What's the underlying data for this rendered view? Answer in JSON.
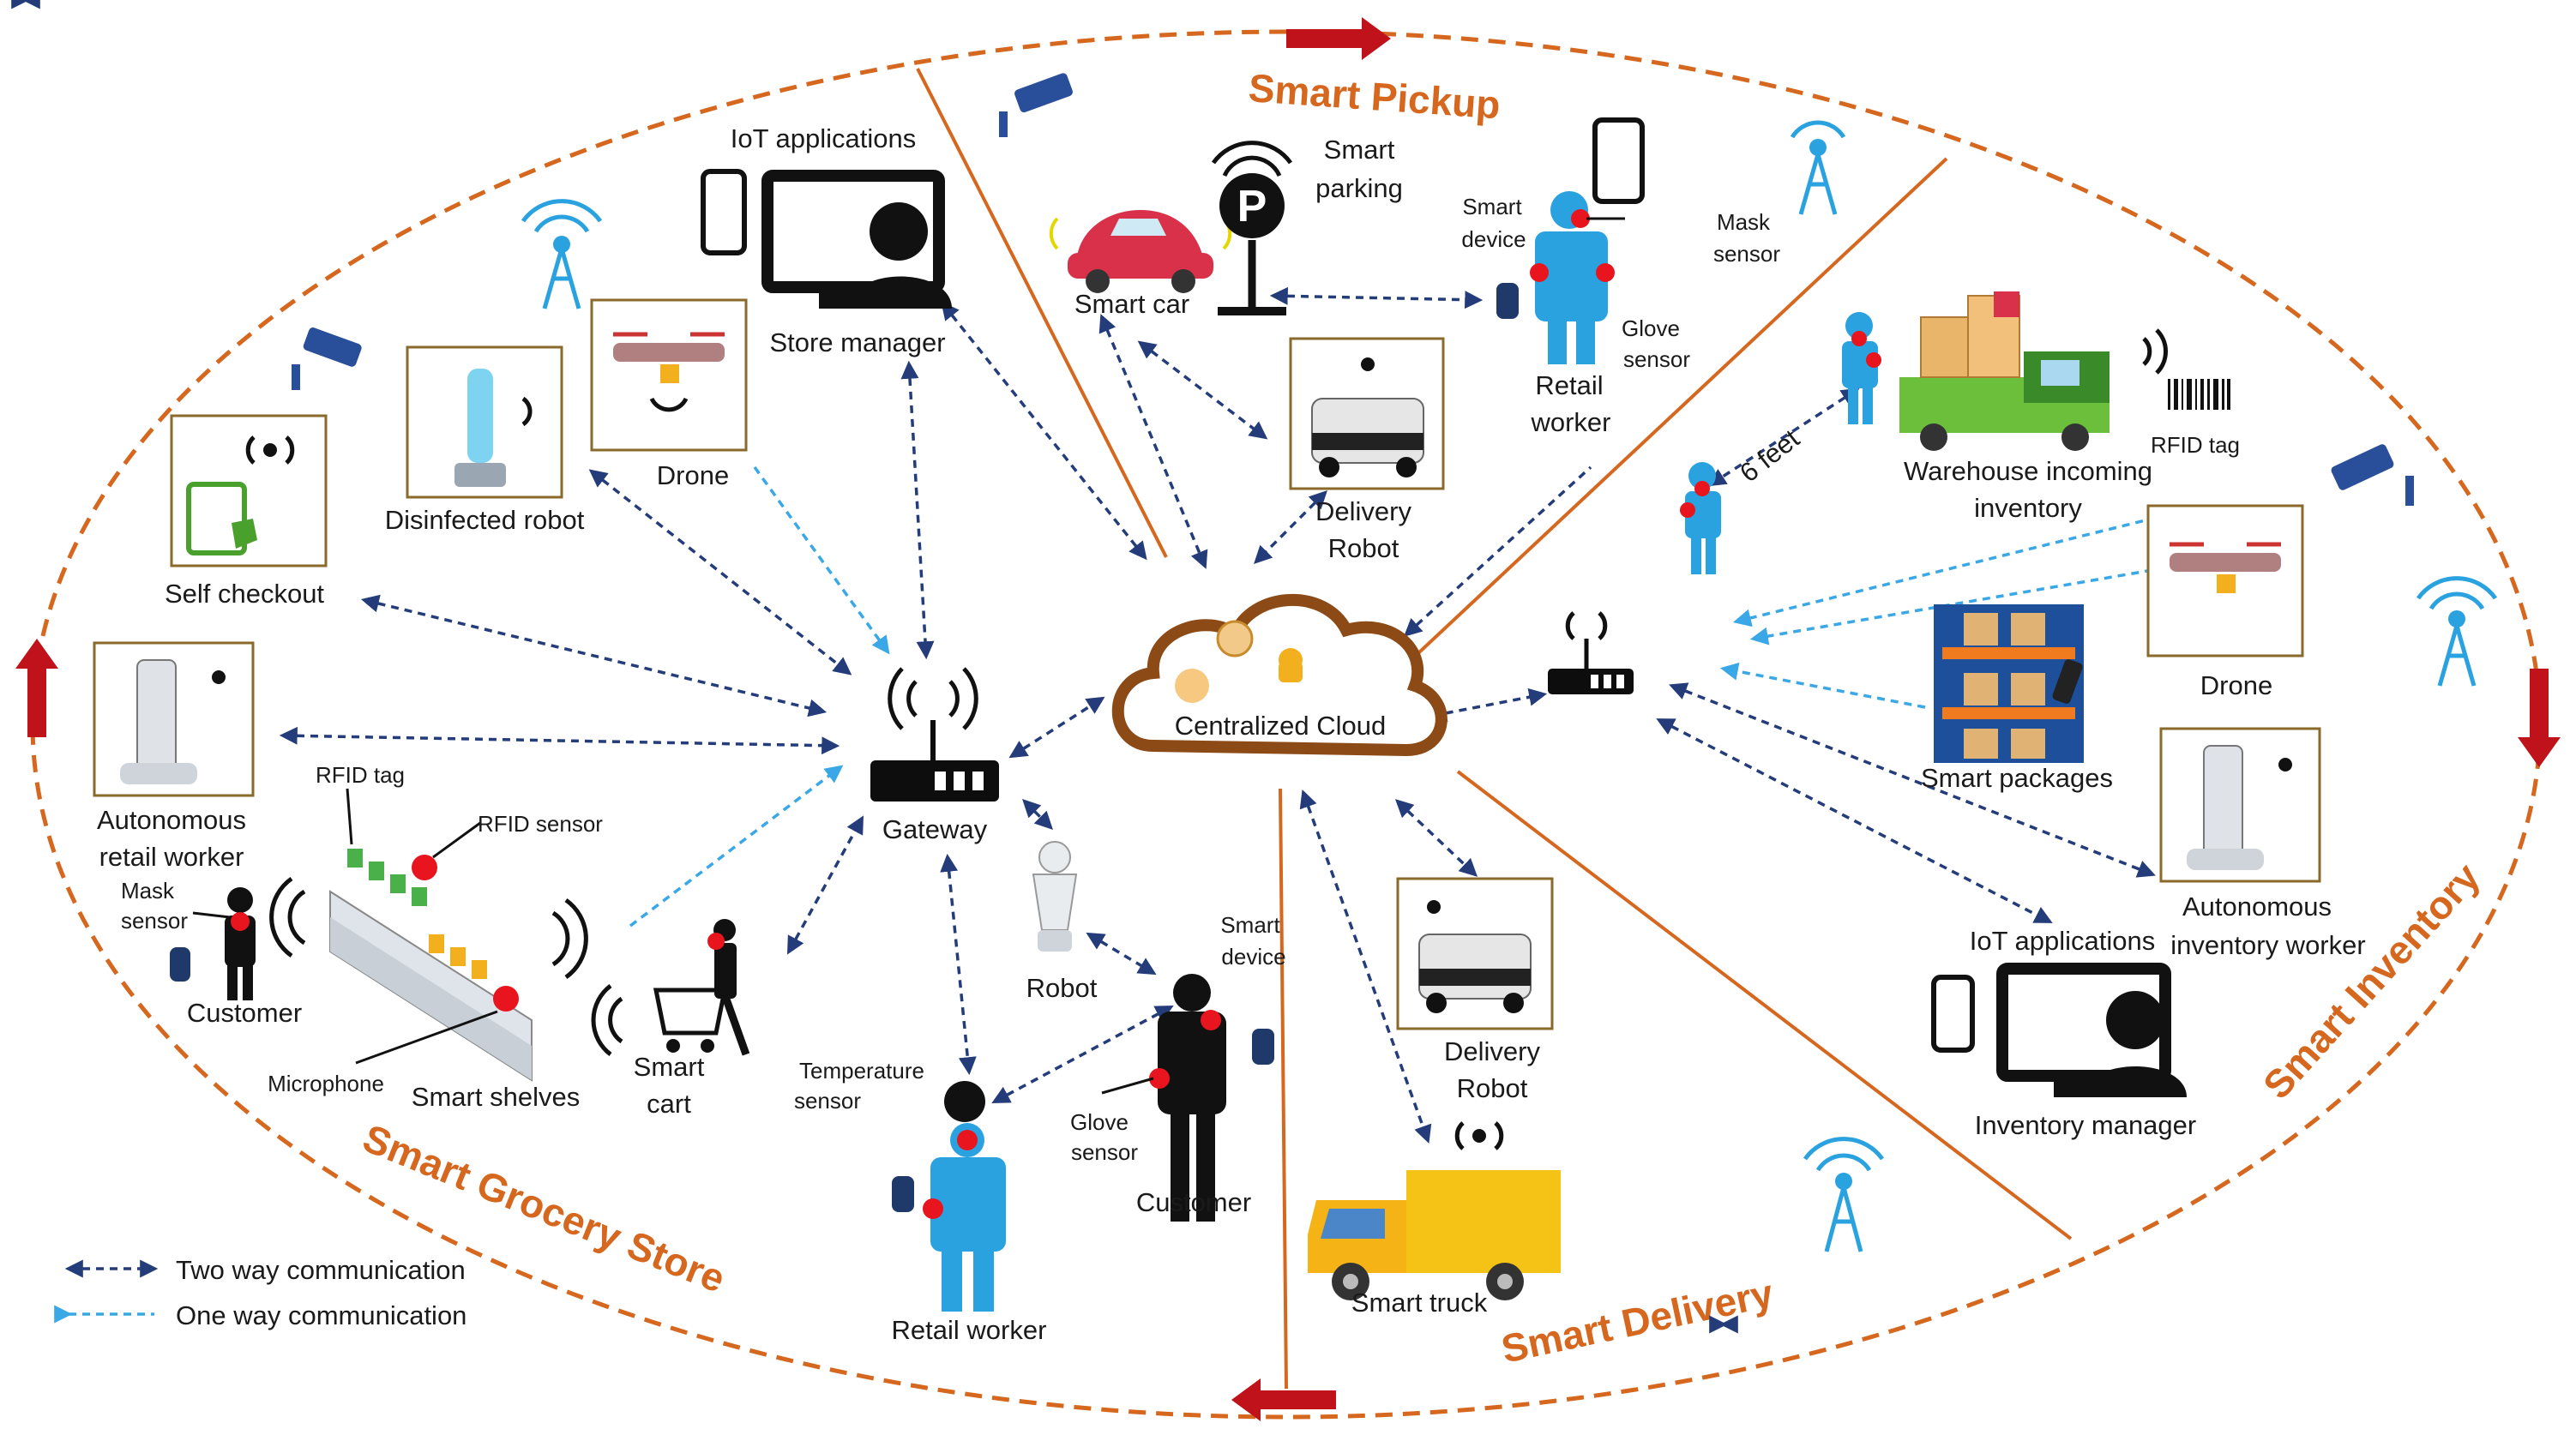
{
  "regions": {
    "pickup": "Smart Pickup",
    "grocery": "Smart Grocery Store",
    "delivery": "Smart Delivery",
    "inventory": "Smart Inventory"
  },
  "center": {
    "cloud": "Centralized Cloud",
    "gateway": "Gateway"
  },
  "grocery": {
    "iot_apps": "IoT applications",
    "store_manager": "Store manager",
    "drone": "Drone",
    "disinfected_robot": "Disinfected robot",
    "self_checkout": "Self checkout",
    "autonomous_worker_1": "Autonomous",
    "autonomous_worker_2": "retail worker",
    "rfid_tag": "RFID tag",
    "rfid_sensor": "RFID sensor",
    "mask_sensor_1": "Mask",
    "mask_sensor_2": "sensor",
    "customer": "Customer",
    "microphone": "Microphone",
    "smart_shelves": "Smart shelves",
    "smart_cart_1": "Smart",
    "smart_cart_2": "cart",
    "robot": "Robot",
    "temperature_sensor_1": "Temperature",
    "temperature_sensor_2": "sensor",
    "retail_worker": "Retail worker",
    "smart_device_1": "Smart",
    "smart_device_2": "device",
    "glove_sensor_1": "Glove",
    "glove_sensor_2": "sensor",
    "customer2": "Customer"
  },
  "pickup": {
    "smart_car": "Smart  car",
    "smart_parking_1": "Smart",
    "smart_parking_2": "parking",
    "delivery_robot_1": "Delivery",
    "delivery_robot_2": "Robot",
    "smart_device_1": "Smart",
    "smart_device_2": "device",
    "retail_worker_1": "Retail",
    "retail_worker_2": "worker",
    "glove_sensor_1": "Glove",
    "glove_sensor_2": "sensor",
    "mask_sensor_1": "Mask",
    "mask_sensor_2": "sensor"
  },
  "inventory": {
    "six_feet": "6 feet",
    "warehouse_1": "Warehouse incoming",
    "warehouse_2": "inventory",
    "rfid_tag": "RFID tag",
    "drone": "Drone",
    "smart_packages": "Smart packages",
    "autonomous_1": "Autonomous",
    "autonomous_2": "inventory worker",
    "iot_apps": "IoT applications",
    "inventory_manager": "Inventory manager"
  },
  "delivery": {
    "delivery_robot_1": "Delivery",
    "delivery_robot_2": "Robot",
    "smart_truck": "Smart truck"
  },
  "legend": {
    "two_way": "Two way communication",
    "one_way": "One way communication"
  },
  "colors": {
    "region_text": "#d5671f",
    "ellipse": "#d5671f",
    "two_way": "#243c7a",
    "one_way": "#3aa7e6",
    "arrow_red": "#c0121a",
    "cloud": "#8b4a16",
    "person_blue": "#2aa2e0",
    "sensor_red": "#e8141e"
  }
}
